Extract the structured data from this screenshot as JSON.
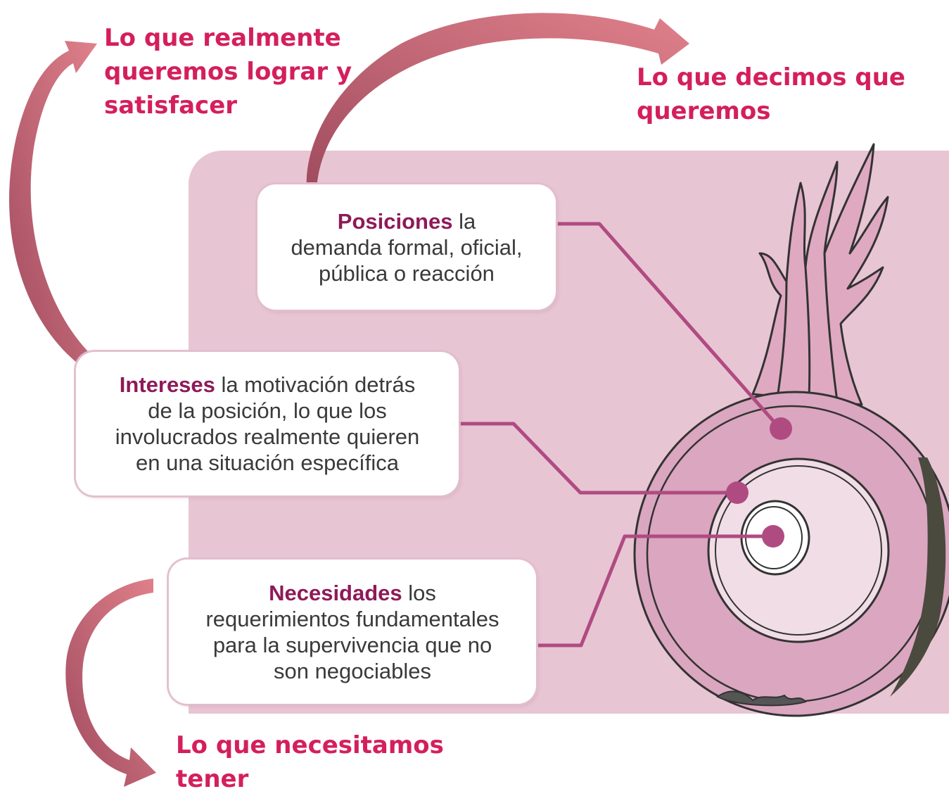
{
  "captions": {
    "top_left": "Lo que realmente\nqueremos lograr y\nsatisfacer",
    "top_right": "Lo que decimos que\nqueremos",
    "bottom": "Lo que necesitamos\ntener"
  },
  "layers": {
    "positions": {
      "term": "Posiciones",
      "description": " la\ndemanda formal, oficial,\npública o reacción"
    },
    "interests": {
      "term": "Intereses",
      "description": " la motivación detrás\nde la posición, lo que los\ninvolucrados realmente quieren\nen una situación específica"
    },
    "needs": {
      "term": "Necesidades",
      "description": " los\nrequerimientos fundamentales\npara la supervivencia que no\nson negociables"
    }
  },
  "colors": {
    "caption": "#d41f5c",
    "term": "#8e1a58",
    "panel": "#e8c5d3",
    "leader_line": "#b04b82",
    "arrow": "#c0566c",
    "onion_outer": "#dba6bf",
    "onion_inner": "#f1dde6"
  },
  "icons": [
    "onion-illustration",
    "curved-arrow"
  ]
}
